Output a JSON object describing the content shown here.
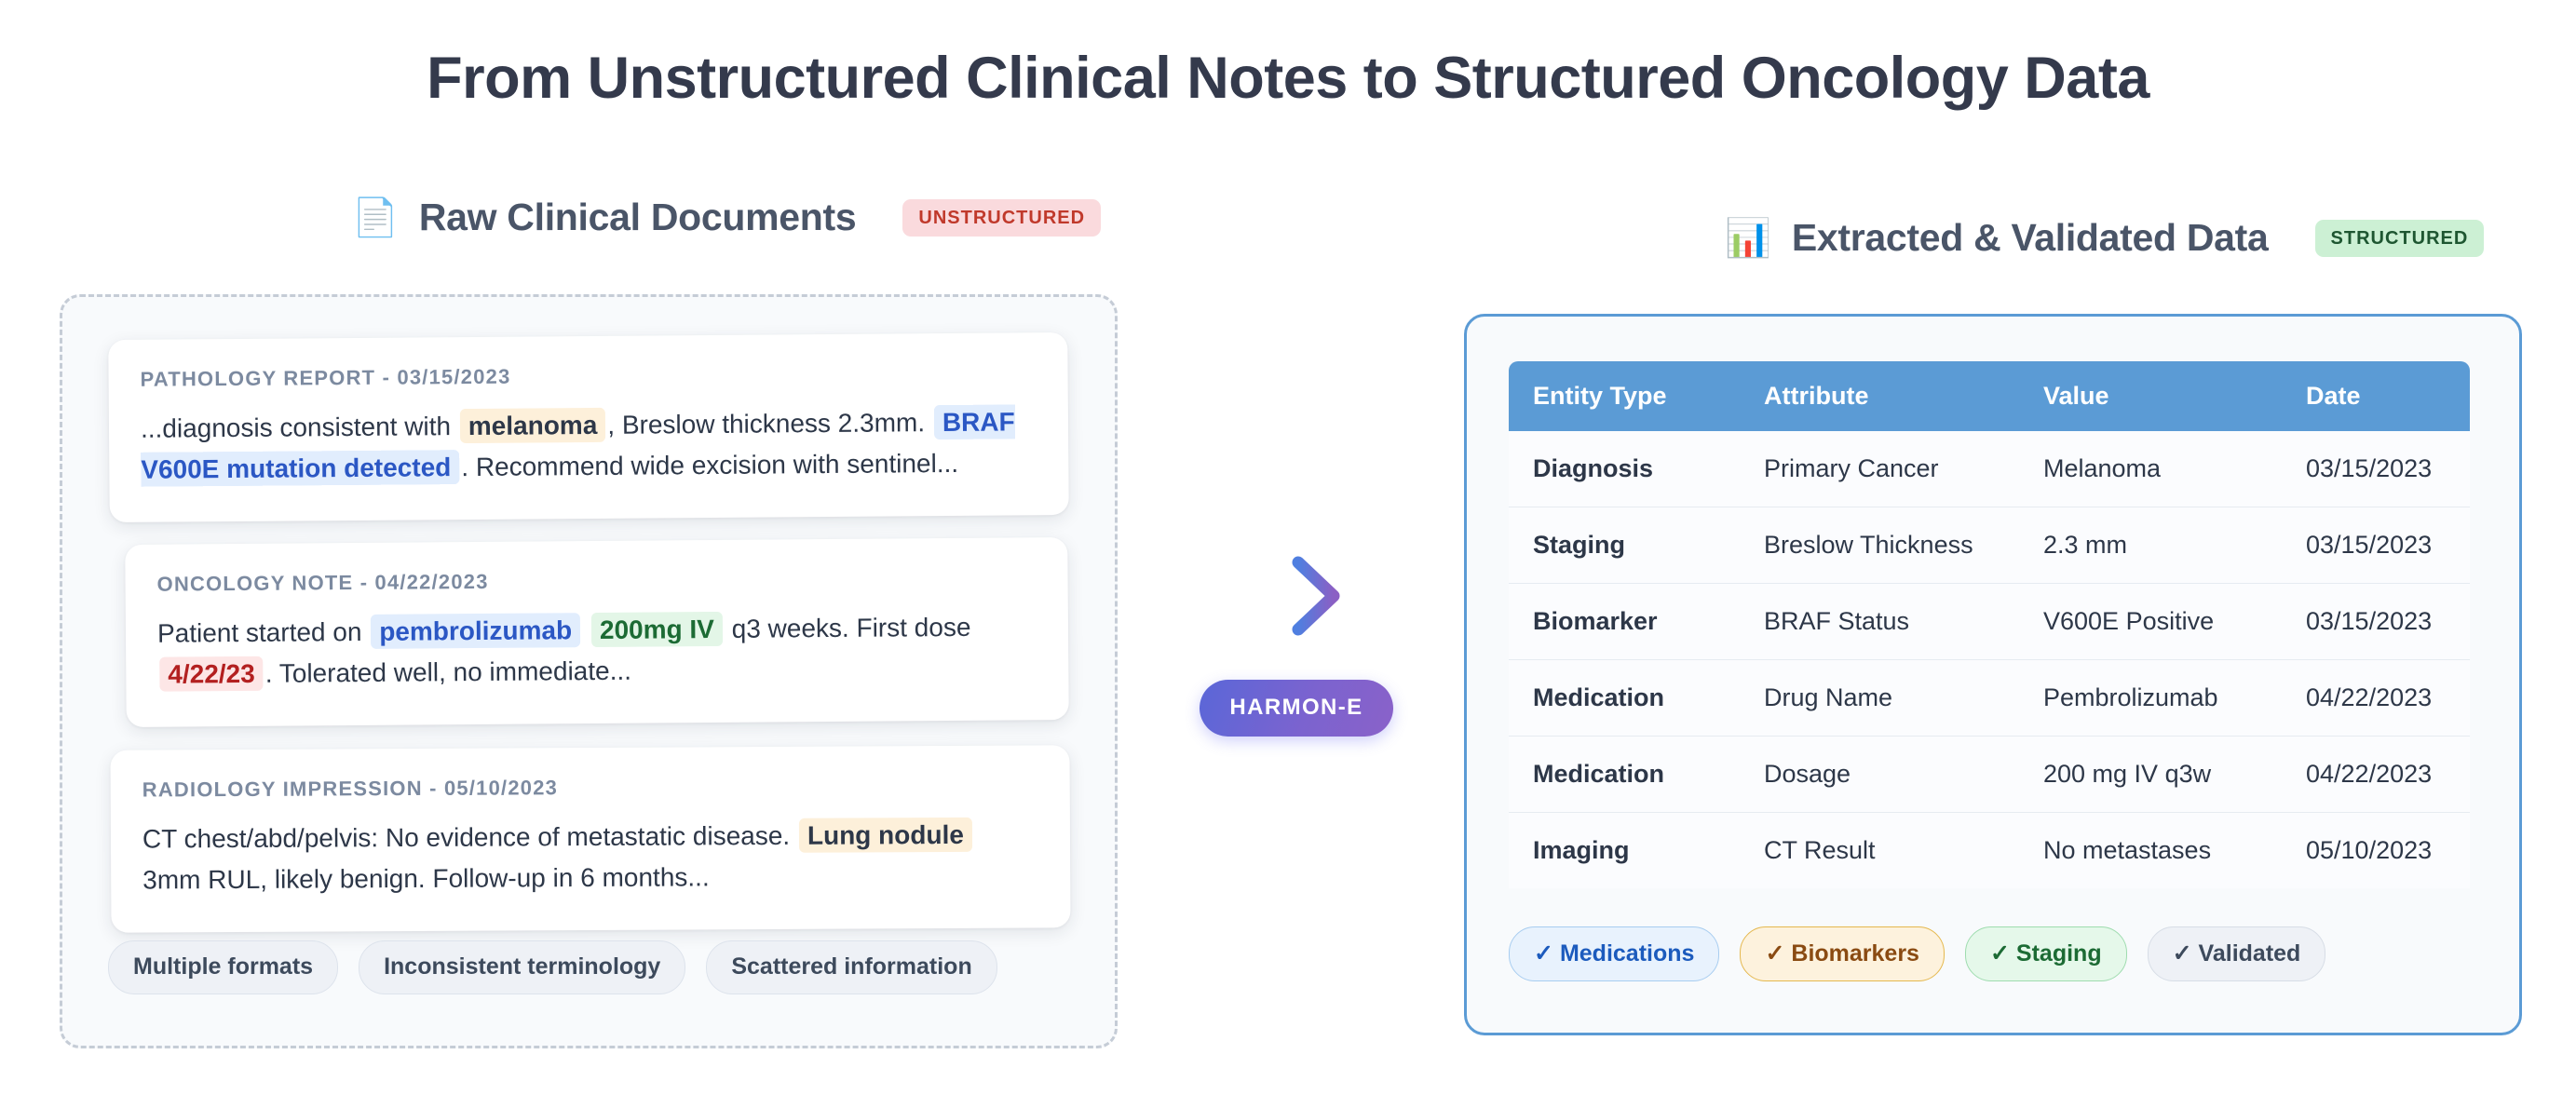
{
  "title": "From Unstructured Clinical Notes to Structured Oncology Data",
  "left": {
    "icon": "📄",
    "heading": "Raw Clinical Documents",
    "badge": "UNSTRUCTURED",
    "badge_color": "#c0392b",
    "badge_bg": "#fadadd",
    "documents": [
      {
        "meta": "PATHOLOGY REPORT - 03/15/2023",
        "segments": [
          {
            "text": "...diagnosis consistent with ",
            "style": "plain"
          },
          {
            "text": "melanoma",
            "style": "amber"
          },
          {
            "text": ", Breslow thickness 2.3mm. ",
            "style": "plain"
          },
          {
            "text": "BRAF V600E mutation detected",
            "style": "blue"
          },
          {
            "text": ". Recommend wide excision with sentinel...",
            "style": "plain"
          }
        ]
      },
      {
        "meta": "ONCOLOGY NOTE - 04/22/2023",
        "segments": [
          {
            "text": "Patient started on ",
            "style": "plain"
          },
          {
            "text": "pembrolizumab",
            "style": "blue"
          },
          {
            "text": " ",
            "style": "plain"
          },
          {
            "text": "200mg IV",
            "style": "green"
          },
          {
            "text": " q3 weeks. First dose ",
            "style": "plain"
          },
          {
            "text": "4/22/23",
            "style": "red"
          },
          {
            "text": ". Tolerated well, no immediate...",
            "style": "plain"
          }
        ]
      },
      {
        "meta": "RADIOLOGY IMPRESSION - 05/10/2023",
        "segments": [
          {
            "text": "CT chest/abd/pelvis: No evidence of metastatic disease. ",
            "style": "plain"
          },
          {
            "text": "Lung nodule",
            "style": "amber"
          },
          {
            "text": " 3mm RUL, likely benign. Follow-up in 6 months...",
            "style": "plain"
          }
        ]
      }
    ],
    "chips": [
      {
        "label": "Multiple formats",
        "variant": "plain"
      },
      {
        "label": "Inconsistent terminology",
        "variant": "plain"
      },
      {
        "label": "Scattered information",
        "variant": "plain"
      }
    ]
  },
  "center": {
    "arrow_icon": "arrow-right",
    "pill_label": "HARMON-E",
    "gradient_from": "#5a67d8",
    "gradient_to": "#8a62c9"
  },
  "right": {
    "icon": "📊",
    "heading": "Extracted & Validated Data",
    "badge": "STRUCTURED",
    "badge_color": "#1e5631",
    "badge_bg": "#ccf0d4",
    "table": {
      "header_bg": "#5b9bd5",
      "columns": [
        "Entity Type",
        "Attribute",
        "Value",
        "Date"
      ],
      "rows": [
        [
          "Diagnosis",
          "Primary Cancer",
          "Melanoma",
          "03/15/2023"
        ],
        [
          "Staging",
          "Breslow Thickness",
          "2.3 mm",
          "03/15/2023"
        ],
        [
          "Biomarker",
          "BRAF Status",
          "V600E Positive",
          "03/15/2023"
        ],
        [
          "Medication",
          "Drug Name",
          "Pembrolizumab",
          "04/22/2023"
        ],
        [
          "Medication",
          "Dosage",
          "200 mg IV q3w",
          "04/22/2023"
        ],
        [
          "Imaging",
          "CT Result",
          "No metastases",
          "05/10/2023"
        ]
      ]
    },
    "chips": [
      {
        "label": "Medications",
        "check": "✓",
        "variant": "med"
      },
      {
        "label": "Biomarkers",
        "check": "✓",
        "variant": "bio"
      },
      {
        "label": "Staging",
        "check": "✓",
        "variant": "stag"
      },
      {
        "label": "Validated",
        "check": "✓",
        "variant": "val"
      }
    ]
  }
}
